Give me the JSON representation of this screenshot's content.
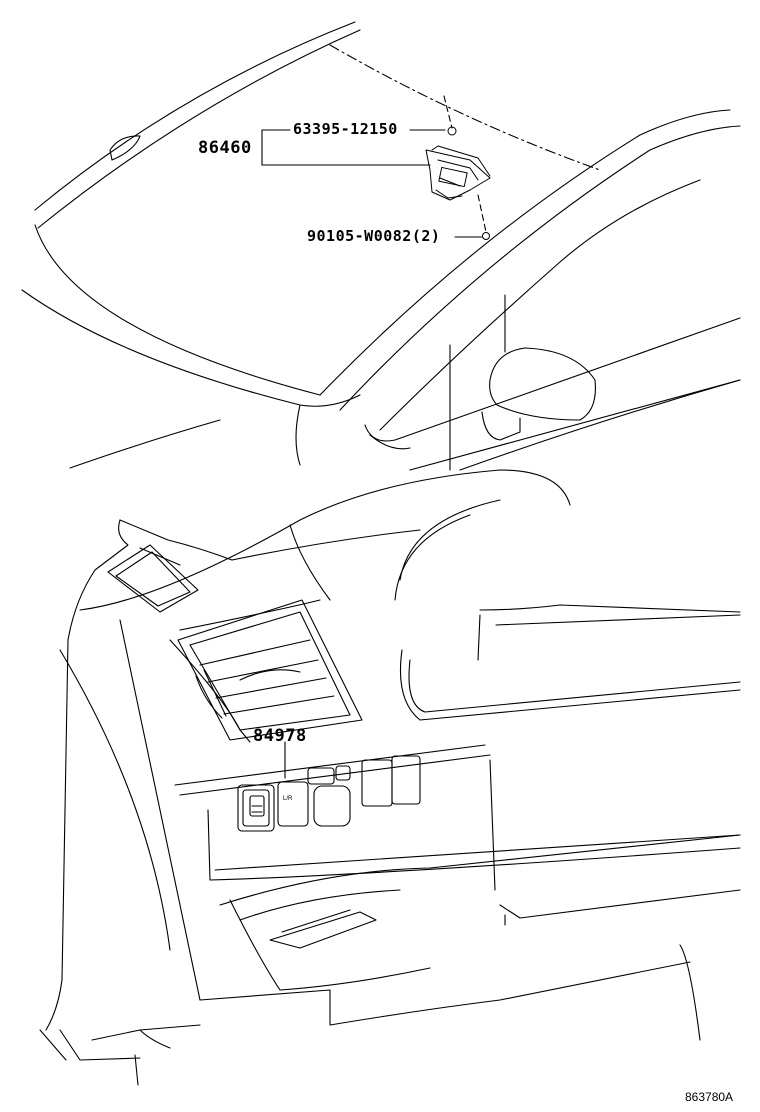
{
  "callouts": {
    "assembly": "86460",
    "part_top": "63395-12150",
    "part_bottom": "90105-W0082(2)",
    "switch": "84978"
  },
  "switch_marking": "L/R",
  "drawing_code": "863780A"
}
